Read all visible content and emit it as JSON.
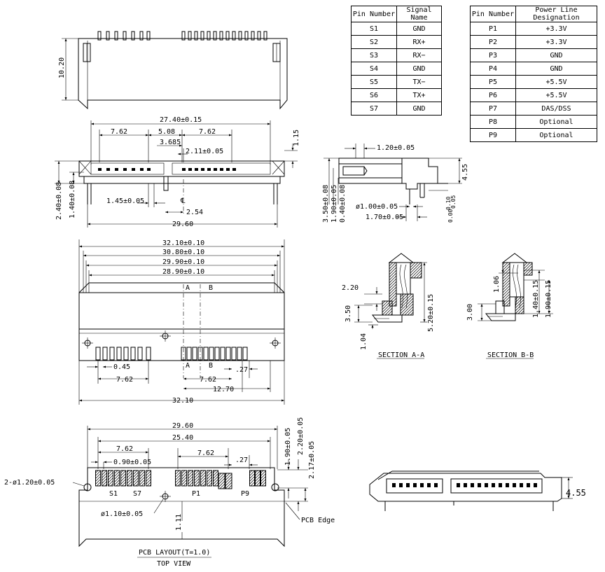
{
  "signal_table": {
    "headers": [
      "Pin Number",
      "Signal Name"
    ],
    "rows": [
      [
        "S1",
        "GND"
      ],
      [
        "S2",
        "RX+"
      ],
      [
        "S3",
        "RX−"
      ],
      [
        "S4",
        "GND"
      ],
      [
        "S5",
        "TX−"
      ],
      [
        "S6",
        "TX+"
      ],
      [
        "S7",
        "GND"
      ]
    ]
  },
  "power_table": {
    "headers": [
      "Pin Number",
      "Power Line Designation"
    ],
    "rows": [
      [
        "P1",
        "+3.3V"
      ],
      [
        "P2",
        "+3.3V"
      ],
      [
        "P3",
        "GND"
      ],
      [
        "P4",
        "GND"
      ],
      [
        "P5",
        "+5.5V"
      ],
      [
        "P6",
        "+5.5V"
      ],
      [
        "P7",
        "DAS/DSS"
      ],
      [
        "P8",
        "Optional"
      ],
      [
        "P9",
        "Optional"
      ]
    ]
  },
  "dims": {
    "top_height": "10.20",
    "overall": "27.40±0.15",
    "p762a": "7.62",
    "p508": "5.08",
    "p762b": "7.62",
    "p3685": "3.685",
    "p211": "2.11±0.05",
    "p115": "1.15",
    "p240": "2.40±0.08",
    "p140": "1.40±0.08",
    "p145": "1.45±0.05",
    "cl": "℄",
    "p254": "2.54",
    "p2960": "29.60",
    "p120": "1.20±0.05",
    "p455": "4.55",
    "p350": "3.50±0.08",
    "p190": "1.90±0.05",
    "p040": "0.40±0.08",
    "p100": "ø1.00±0.05",
    "p170": "1.70±0.05",
    "p010": "0.10",
    "p005": "0.05",
    "p000": "0.00",
    "w3210": "32.10±0.10",
    "w3080": "30.80±0.10",
    "w2990": "29.90±0.10",
    "w2890": "28.90±0.10",
    "lblA": "A",
    "lblB": "B",
    "p045": "0.45",
    "p762c": "7.62",
    "p762d": "7.62",
    "p127a": ".27",
    "p1270": "12.70",
    "w3210b": "32.10",
    "pcb2960": "29.60",
    "pcb2540": "25.40",
    "pcb762a": "7.62",
    "pcb090": "0.90±0.05",
    "pcb762b": "7.62",
    "pcb127": ".27",
    "pcb190": "1.90±0.05",
    "pcb220": "2.20±0.05",
    "pcb217": "2.17±0.05",
    "pcb_hole2": "2-ø1.20±0.05",
    "pcb_hole1": "ø1.10±0.05",
    "pcb111": "1.11",
    "s1": "S1",
    "s7": "S7",
    "p1": "P1",
    "p9": "P9",
    "pcb_edge": "PCB Edge",
    "pcb_title": "PCB LAYOUT(T=1.0)",
    "pcb_sub": "TOP VIEW",
    "sa220": "2.20",
    "sa350": "3.50",
    "sa104": "1.04",
    "sa520": "5.20±0.15",
    "sa_title": "SECTION A-A",
    "sb106": "1.06",
    "sb300": "3.00",
    "sb140": "1.40±0.15",
    "sb190": "1.90±0.15",
    "sb_title": "SECTION B-B",
    "iso455": "4.55"
  }
}
